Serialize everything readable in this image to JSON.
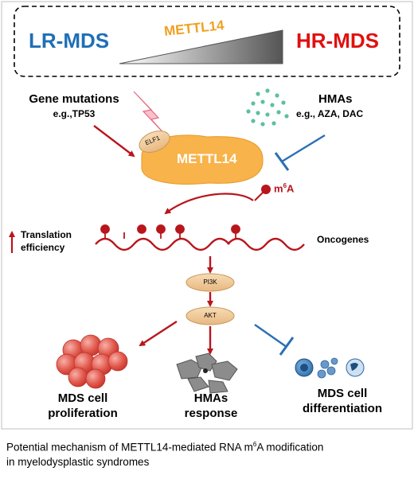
{
  "top_box": {
    "left_label": "LR-MDS",
    "right_label": "HR-MDS",
    "gradient_label": "METTL14",
    "colors": {
      "left": "#1f6fb5",
      "right": "#e01010",
      "gradient_label": "#f0a020"
    }
  },
  "inputs": {
    "mutations_title": "Gene mutations",
    "mutations_example": "e.g.,TP53",
    "hmas_title": "HMAs",
    "hmas_example": "e.g., AZA, DAC"
  },
  "enzyme": {
    "cofactor": "ELF1",
    "name": "METTL14",
    "color": "#f8b34a"
  },
  "modification": {
    "mark_prefix": "m",
    "mark_sup": "6",
    "mark_suffix": "A",
    "color": "#b8161c"
  },
  "translation": {
    "line1": "Translation",
    "line2": "efficiency",
    "oncogenes": "Oncogenes"
  },
  "pathway": {
    "step1": "PI3K",
    "step2": "AKT"
  },
  "outcomes": {
    "proliferation_line1": "MDS cell",
    "proliferation_line2": "proliferation",
    "response_line1": "HMAs",
    "response_line2": "response",
    "differentiation_line1": "MDS cell",
    "differentiation_line2": "differentiation"
  },
  "caption": {
    "line1": "Potential mechanism of METTL14-mediated RNA m",
    "line1_sup": "6",
    "line1_end": "A modification",
    "line2": "in myelodysplastic syndromes"
  },
  "icons": {
    "lightning": "lightning-icon",
    "drug_dots": "drug-dots-icon",
    "cells_cluster": "cell-cluster-icon",
    "dead_cells": "dead-cells-icon",
    "differentiated_cells": "differentiated-cells-icon"
  }
}
